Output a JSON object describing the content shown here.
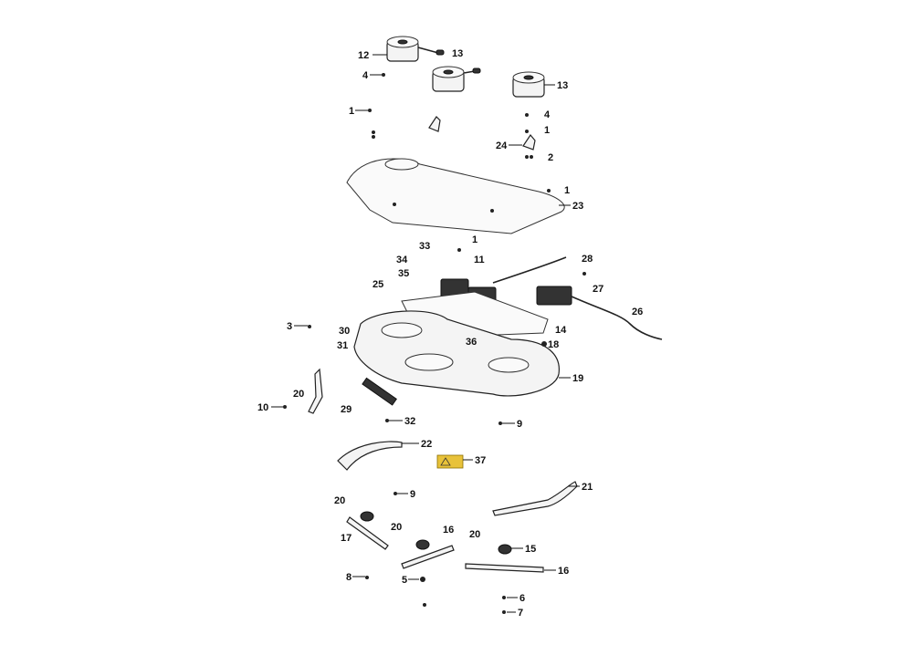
{
  "diagram": {
    "title": "Mower deck exploded parts diagram",
    "warning_label_color": "#e8c23a",
    "callouts": [
      {
        "id": "c12a",
        "label": "12"
      },
      {
        "id": "c13a",
        "label": "13"
      },
      {
        "id": "c13b",
        "label": "13"
      },
      {
        "id": "c4a",
        "label": "4"
      },
      {
        "id": "c4b",
        "label": "4"
      },
      {
        "id": "c1a",
        "label": "1"
      },
      {
        "id": "c1b",
        "label": "1"
      },
      {
        "id": "c1c",
        "label": "1"
      },
      {
        "id": "c1d",
        "label": "1"
      },
      {
        "id": "c24",
        "label": "24"
      },
      {
        "id": "c2",
        "label": "2"
      },
      {
        "id": "c23",
        "label": "23"
      },
      {
        "id": "c33",
        "label": "33"
      },
      {
        "id": "c34",
        "label": "34"
      },
      {
        "id": "c35",
        "label": "35"
      },
      {
        "id": "c11",
        "label": "11"
      },
      {
        "id": "c28",
        "label": "28"
      },
      {
        "id": "c27",
        "label": "27"
      },
      {
        "id": "c25",
        "label": "25"
      },
      {
        "id": "c26",
        "label": "26"
      },
      {
        "id": "c3",
        "label": "3"
      },
      {
        "id": "c30",
        "label": "30"
      },
      {
        "id": "c14",
        "label": "14"
      },
      {
        "id": "c36",
        "label": "36"
      },
      {
        "id": "c18",
        "label": "18"
      },
      {
        "id": "c31",
        "label": "31"
      },
      {
        "id": "c19",
        "label": "19"
      },
      {
        "id": "c20a",
        "label": "20"
      },
      {
        "id": "c10",
        "label": "10"
      },
      {
        "id": "c29",
        "label": "29"
      },
      {
        "id": "c32",
        "label": "32"
      },
      {
        "id": "c9a",
        "label": "9"
      },
      {
        "id": "c22",
        "label": "22"
      },
      {
        "id": "c37",
        "label": "37"
      },
      {
        "id": "c21",
        "label": "21"
      },
      {
        "id": "c20b",
        "label": "20"
      },
      {
        "id": "c9b",
        "label": "9"
      },
      {
        "id": "c20c",
        "label": "20"
      },
      {
        "id": "c16a",
        "label": "16"
      },
      {
        "id": "c17",
        "label": "17"
      },
      {
        "id": "c20d",
        "label": "20"
      },
      {
        "id": "c15",
        "label": "15"
      },
      {
        "id": "c8",
        "label": "8"
      },
      {
        "id": "c5",
        "label": "5"
      },
      {
        "id": "c16b",
        "label": "16"
      },
      {
        "id": "c6",
        "label": "6"
      },
      {
        "id": "c7",
        "label": "7"
      }
    ]
  }
}
